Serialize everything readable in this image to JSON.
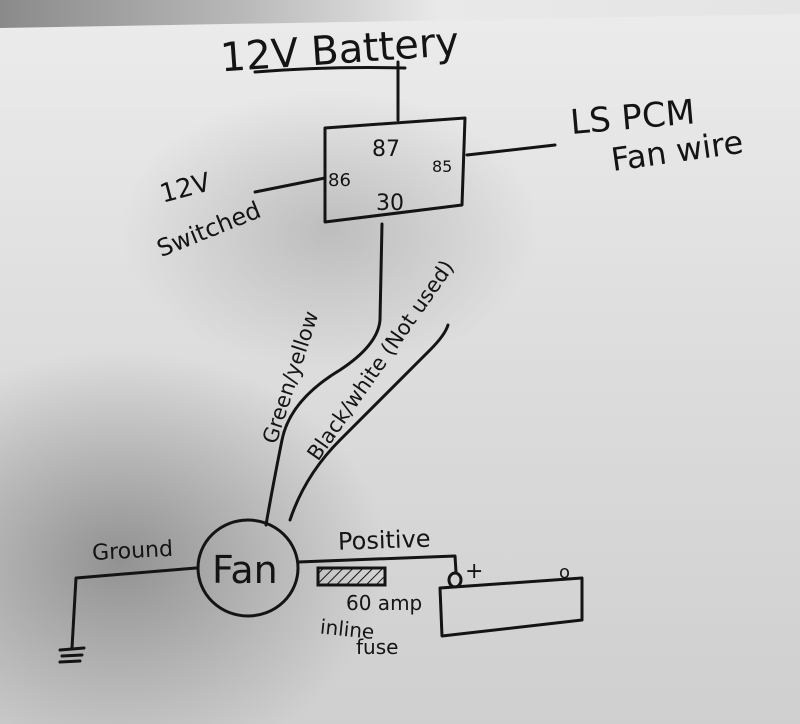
{
  "diagram": {
    "battery_label": "12V Battery",
    "relay": {
      "pin_87": "87",
      "pin_86": "86",
      "pin_85": "85",
      "pin_30": "30"
    },
    "switched_label": {
      "line1": "12V",
      "line2": "Switched"
    },
    "pcm_label": {
      "line1": "LS PCM",
      "line2": "Fan wire"
    },
    "wire_green": "Green/yellow",
    "wire_black": "Black/white (Not used)",
    "fan_label": "Fan",
    "ground_label": "Ground",
    "positive_label": "Positive",
    "fuse_label": {
      "line1": "60 amp",
      "line2": "inline",
      "line3": "fuse"
    },
    "battery_terminals": {
      "positive": "+",
      "negative": "o"
    }
  }
}
